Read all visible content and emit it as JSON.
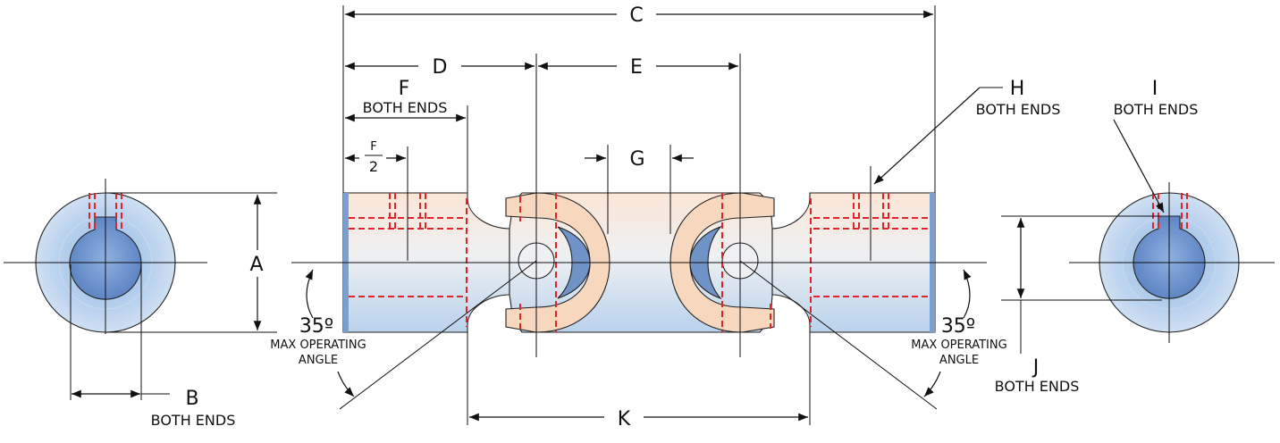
{
  "colors": {
    "body_blue": "#b9d2ec",
    "body_peach": "#fbe6d6",
    "yoke_peach": "#f8d7bf",
    "inner_blue": "#6f93c6",
    "hidden_line": "#e0242a",
    "line": "#111111"
  },
  "labels": {
    "A": "A",
    "B": "B",
    "B_note": "BOTH ENDS",
    "C": "C",
    "D": "D",
    "E": "E",
    "F": "F",
    "F_note": "BOTH ENDS",
    "F_half_num": "F",
    "F_half_den": "2",
    "G": "G",
    "H": "H",
    "H_note": "BOTH ENDS",
    "I": "I",
    "I_note": "BOTH ENDS",
    "J": "J",
    "J_note": "BOTH ENDS",
    "K": "K",
    "angle_left": "35º",
    "angle_left_l1": "MAX OPERATING",
    "angle_left_l2": "ANGLE",
    "angle_right": "35º",
    "angle_right_l1": "MAX OPERATING",
    "angle_right_l2": "ANGLE"
  }
}
